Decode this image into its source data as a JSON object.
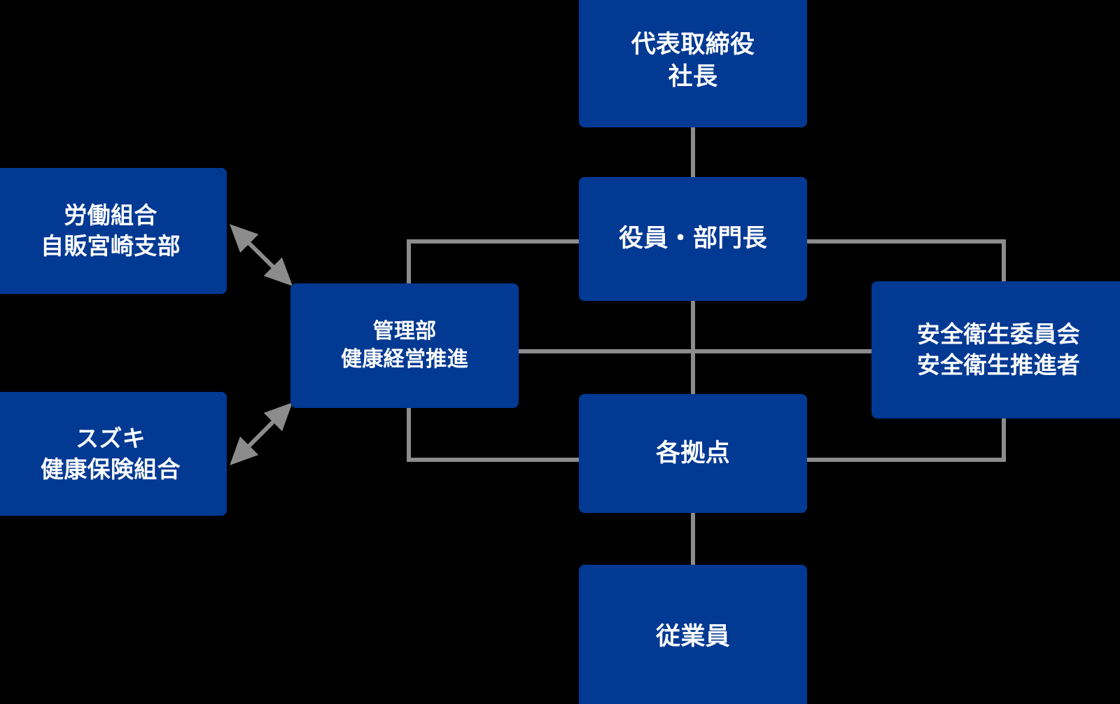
{
  "diagram": {
    "type": "organization-chart",
    "background_color": "#000000",
    "node_color": "#023993",
    "node_text_color": "#ffffff",
    "connector_color": "#8c8c8c",
    "nodes": [
      {
        "id": "president",
        "lines": [
          "代表取締役",
          "社長"
        ]
      },
      {
        "id": "executives",
        "lines": [
          "役員・部門長"
        ]
      },
      {
        "id": "sites",
        "lines": [
          "各拠点"
        ]
      },
      {
        "id": "employees",
        "lines": [
          "従業員"
        ]
      },
      {
        "id": "union",
        "lines": [
          "労働組合",
          "自販宮崎支部"
        ]
      },
      {
        "id": "kenpo",
        "lines": [
          "スズキ",
          "健康保険組合"
        ]
      },
      {
        "id": "admin",
        "lines": [
          "管理部",
          "健康経営推進"
        ]
      },
      {
        "id": "safety",
        "lines": [
          "安全衛生委員会",
          "安全衛生推進者"
        ]
      }
    ],
    "connectors": [
      {
        "from": "president",
        "to": "executives",
        "style": "line"
      },
      {
        "from": "executives",
        "to": "sites",
        "style": "line"
      },
      {
        "from": "sites",
        "to": "employees",
        "style": "line"
      },
      {
        "from": "executives",
        "to": "admin",
        "style": "elbow"
      },
      {
        "from": "executives",
        "to": "safety",
        "style": "elbow"
      },
      {
        "from": "admin",
        "to": "sites",
        "style": "elbow"
      },
      {
        "from": "safety",
        "to": "sites",
        "style": "elbow"
      },
      {
        "from": "admin",
        "to": "safety",
        "style": "line"
      },
      {
        "from": "union",
        "to": "admin",
        "style": "double-arrow"
      },
      {
        "from": "kenpo",
        "to": "admin",
        "style": "double-arrow"
      }
    ]
  }
}
